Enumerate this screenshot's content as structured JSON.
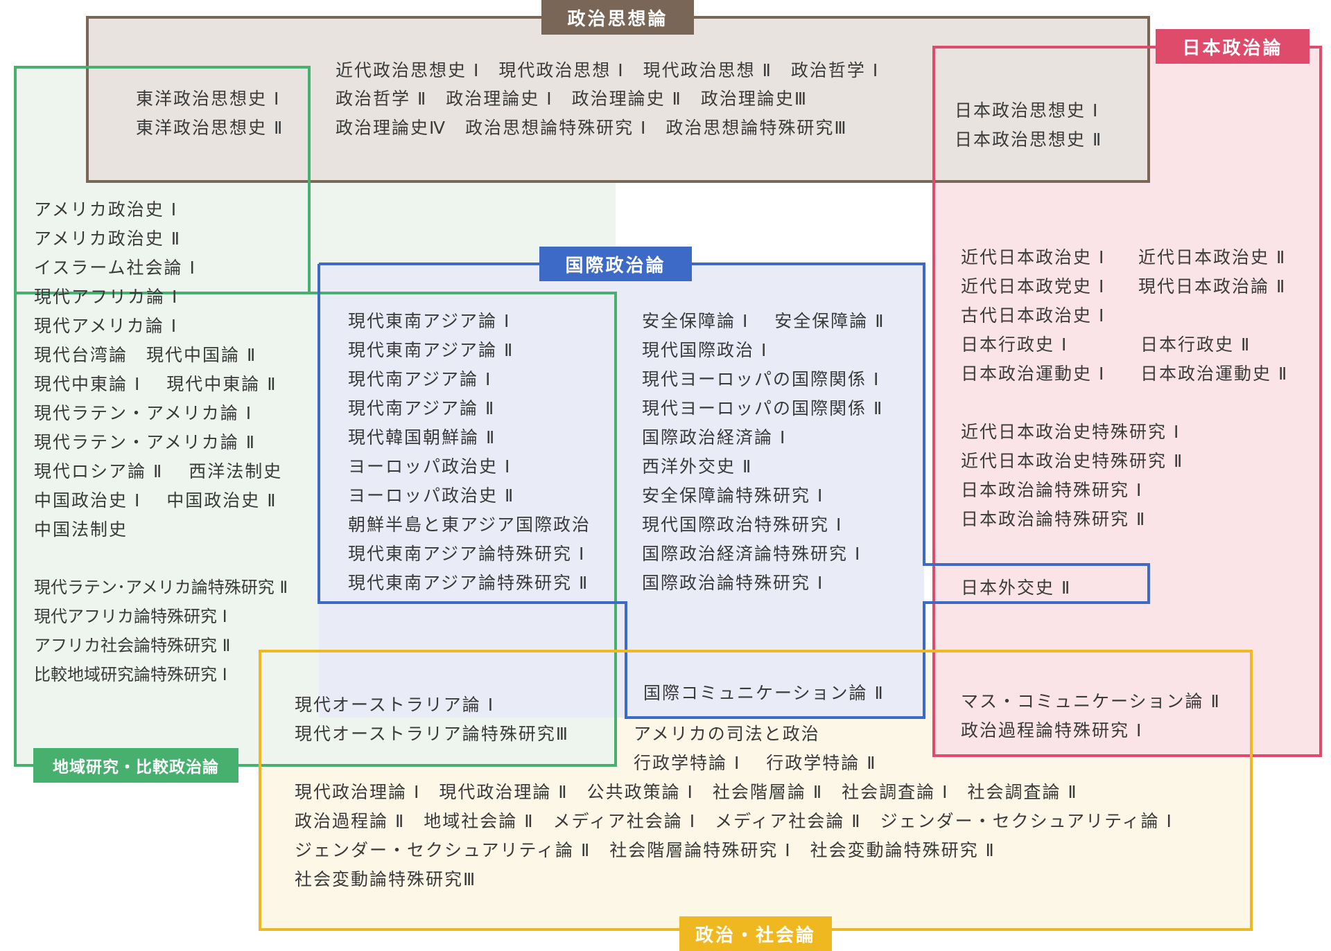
{
  "colors": {
    "thought": "#7a6656",
    "japan": "#df4b6a",
    "regional": "#47b06e",
    "international": "#3d6ac7",
    "society": "#efb821",
    "thought_bg": "#e8e3de",
    "japan_bg": "#fbe4e8",
    "regional_bg": "#eef5ef",
    "international_bg": "#e9ecf6",
    "society_bg": "#fdf7e8"
  },
  "labels": {
    "thought": "政治思想論",
    "japan": "日本政治論",
    "international": "国際政治論",
    "regional": "地域研究・比較政治論",
    "society": "政治・社会論"
  },
  "thought": {
    "east": [
      "東洋政治思想史 Ⅰ",
      "東洋政治思想史 Ⅱ"
    ],
    "main": [
      "近代政治思想史 Ⅰ　現代政治思想 Ⅰ　現代政治思想 Ⅱ　政治哲学 Ⅰ",
      "政治哲学 Ⅱ　政治理論史 Ⅰ　政治理論史 Ⅱ　政治理論史Ⅲ",
      "政治理論史Ⅳ　政治思想論特殊研究 Ⅰ　政治思想論特殊研究Ⅲ"
    ],
    "japan": [
      "日本政治思想史 Ⅰ",
      "日本政治思想史 Ⅱ"
    ]
  },
  "japan": {
    "col1": [
      "近代日本政治史 Ⅰ",
      "近代日本政党史 Ⅰ",
      "古代日本政治史 Ⅰ",
      "日本行政史 Ⅰ",
      "日本政治運動史 Ⅰ"
    ],
    "col2": [
      "近代日本政治史 Ⅱ",
      "現代日本政治論 Ⅱ",
      "",
      "日本行政史 Ⅱ",
      "日本政治運動史 Ⅱ"
    ],
    "special": [
      "近代日本政治史特殊研究 Ⅰ",
      "近代日本政治史特殊研究 Ⅱ",
      "日本政治論特殊研究 Ⅰ",
      "日本政治論特殊研究 Ⅱ"
    ],
    "diplomacy": "日本外交史 Ⅱ",
    "society_overlap": [
      "マス・コミュニケーション論 Ⅱ",
      "政治過程論特殊研究 Ⅰ"
    ]
  },
  "regional": {
    "items": [
      "アメリカ政治史 Ⅰ",
      "アメリカ政治史 Ⅱ",
      "イスラーム社会論 Ⅰ",
      "現代アフリカ論 Ⅰ",
      "現代アメリカ論 Ⅰ",
      "現代台湾論　現代中国論 Ⅱ",
      "現代中東論 Ⅰ　 現代中東論 Ⅱ",
      "現代ラテン・アメリカ論 Ⅰ",
      "現代ラテン・アメリカ論 Ⅱ",
      "現代ロシア論 Ⅱ 　西洋法制史",
      "中国政治史 Ⅰ　 中国政治史 Ⅱ",
      "中国法制史"
    ],
    "special": [
      "現代ラテン･アメリカ論特殊研究 Ⅱ",
      "現代アフリカ論特殊研究 Ⅰ",
      "アフリカ社会論特殊研究 Ⅱ",
      "比較地域研究論特殊研究 Ⅰ"
    ]
  },
  "overlap_regional_international": [
    "現代東南アジア論 Ⅰ",
    "現代東南アジア論 Ⅱ",
    "現代南アジア論 Ⅰ",
    "現代南アジア論 Ⅱ",
    "現代韓国朝鮮論 Ⅱ",
    "ヨーロッパ政治史 Ⅰ",
    "ヨーロッパ政治史 Ⅱ",
    "朝鮮半島と東アジア国際政治",
    "現代東南アジア論特殊研究 Ⅰ",
    "現代東南アジア論特殊研究 Ⅱ"
  ],
  "international": {
    "items": [
      "安全保障論 Ⅰ　 安全保障論 Ⅱ",
      "現代国際政治 Ⅰ",
      "現代ヨーロッパの国際関係 Ⅰ",
      "現代ヨーロッパの国際関係 Ⅱ",
      "国際政治経済論 Ⅰ",
      "西洋外交史 Ⅱ",
      "安全保障論特殊研究 Ⅰ",
      "現代国際政治特殊研究 Ⅰ",
      "国際政治経済論特殊研究 Ⅰ",
      "国際政治論特殊研究 Ⅰ"
    ],
    "communication": "国際コミュニケーション論 Ⅱ"
  },
  "society": {
    "overlap_regional": [
      "現代オーストラリア論 Ⅰ",
      "現代オーストラリア論特殊研究Ⅲ"
    ],
    "middle": [
      "アメリカの司法と政治",
      "行政学特論 Ⅰ　 行政学特論 Ⅱ"
    ],
    "items": [
      "現代政治理論 Ⅰ　現代政治理論 Ⅱ　公共政策論 Ⅰ　社会階層論 Ⅱ　社会調査論 Ⅰ　社会調査論 Ⅱ",
      "政治過程論 Ⅱ　地域社会論 Ⅱ　メディア社会論 Ⅰ　メディア社会論 Ⅱ　ジェンダー・セクシュアリティ論 Ⅰ",
      "ジェンダー・セクシュアリティ論 Ⅱ　社会階層論特殊研究 Ⅰ　社会変動論特殊研究 Ⅱ",
      "社会変動論特殊研究Ⅲ"
    ]
  }
}
